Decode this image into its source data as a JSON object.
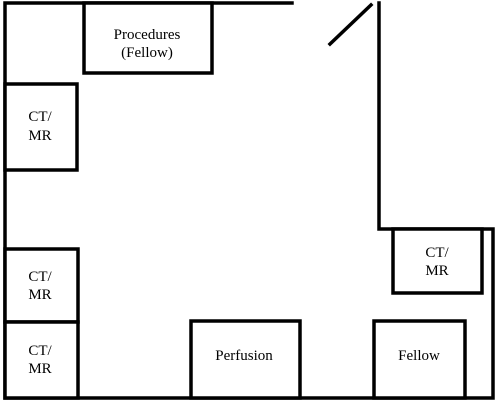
{
  "rooms": {
    "procedures": {
      "line1": "Procedures",
      "line2": "(Fellow)"
    },
    "ct_mr_upper": {
      "line1": "CT/",
      "line2": "MR"
    },
    "ct_mr_lower_a": {
      "line1": "CT/",
      "line2": "MR"
    },
    "ct_mr_lower_b": {
      "line1": "CT/",
      "line2": "MR"
    },
    "ct_mr_right": {
      "line1": "CT/",
      "line2": "MR"
    },
    "perfusion": {
      "label": "Perfusion"
    },
    "fellow": {
      "label": "Fellow"
    }
  },
  "colors": {
    "line": "#000000",
    "background": "#ffffff"
  }
}
